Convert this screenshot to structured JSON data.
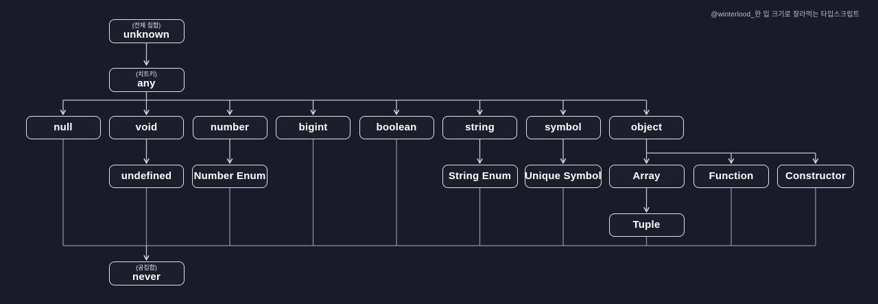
{
  "watermark": "@winterlood_한 입 크기로 잘라먹는 타입스크립트",
  "colors": {
    "background": "#1a1b27",
    "node_fill": "#1d1e2b",
    "node_border": "#e3e3ea",
    "edge_bright": "#c7c8d2",
    "edge_dim": "#8e8f9b",
    "text": "#ffffff",
    "subtext": "#e4e4ec",
    "watermark": "#c0c1cb"
  },
  "nodes": {
    "unknown": {
      "sublabel": "(전체 집합)",
      "label": "unknown"
    },
    "any": {
      "sublabel": "(치트키)",
      "label": "any"
    },
    "null": {
      "label": "null"
    },
    "void": {
      "label": "void"
    },
    "number": {
      "label": "number"
    },
    "bigint": {
      "label": "bigint"
    },
    "boolean": {
      "label": "boolean"
    },
    "string": {
      "label": "string"
    },
    "symbol": {
      "label": "symbol"
    },
    "object": {
      "label": "object"
    },
    "undefined": {
      "label": "undefined"
    },
    "number_enum": {
      "label": "Number Enum"
    },
    "string_enum": {
      "label": "String Enum"
    },
    "unique_symbol": {
      "label": "Unique Symbol"
    },
    "array": {
      "label": "Array"
    },
    "function": {
      "label": "Function"
    },
    "constructor": {
      "label": "Constructor"
    },
    "tuple": {
      "label": "Tuple"
    },
    "never": {
      "sublabel": "(공집합)",
      "label": "never"
    }
  },
  "edges": [
    [
      "unknown",
      "any"
    ],
    [
      "any",
      "null"
    ],
    [
      "any",
      "void"
    ],
    [
      "any",
      "number"
    ],
    [
      "any",
      "bigint"
    ],
    [
      "any",
      "boolean"
    ],
    [
      "any",
      "string"
    ],
    [
      "any",
      "symbol"
    ],
    [
      "any",
      "object"
    ],
    [
      "void",
      "undefined"
    ],
    [
      "number",
      "number_enum"
    ],
    [
      "string",
      "string_enum"
    ],
    [
      "symbol",
      "unique_symbol"
    ],
    [
      "object",
      "array"
    ],
    [
      "object",
      "function"
    ],
    [
      "object",
      "constructor"
    ],
    [
      "array",
      "tuple"
    ],
    [
      "null",
      "never"
    ],
    [
      "undefined",
      "never"
    ],
    [
      "number_enum",
      "never"
    ],
    [
      "bigint",
      "never"
    ],
    [
      "boolean",
      "never"
    ],
    [
      "string_enum",
      "never"
    ],
    [
      "unique_symbol",
      "never"
    ],
    [
      "tuple",
      "never"
    ],
    [
      "function",
      "never"
    ],
    [
      "constructor",
      "never"
    ]
  ]
}
